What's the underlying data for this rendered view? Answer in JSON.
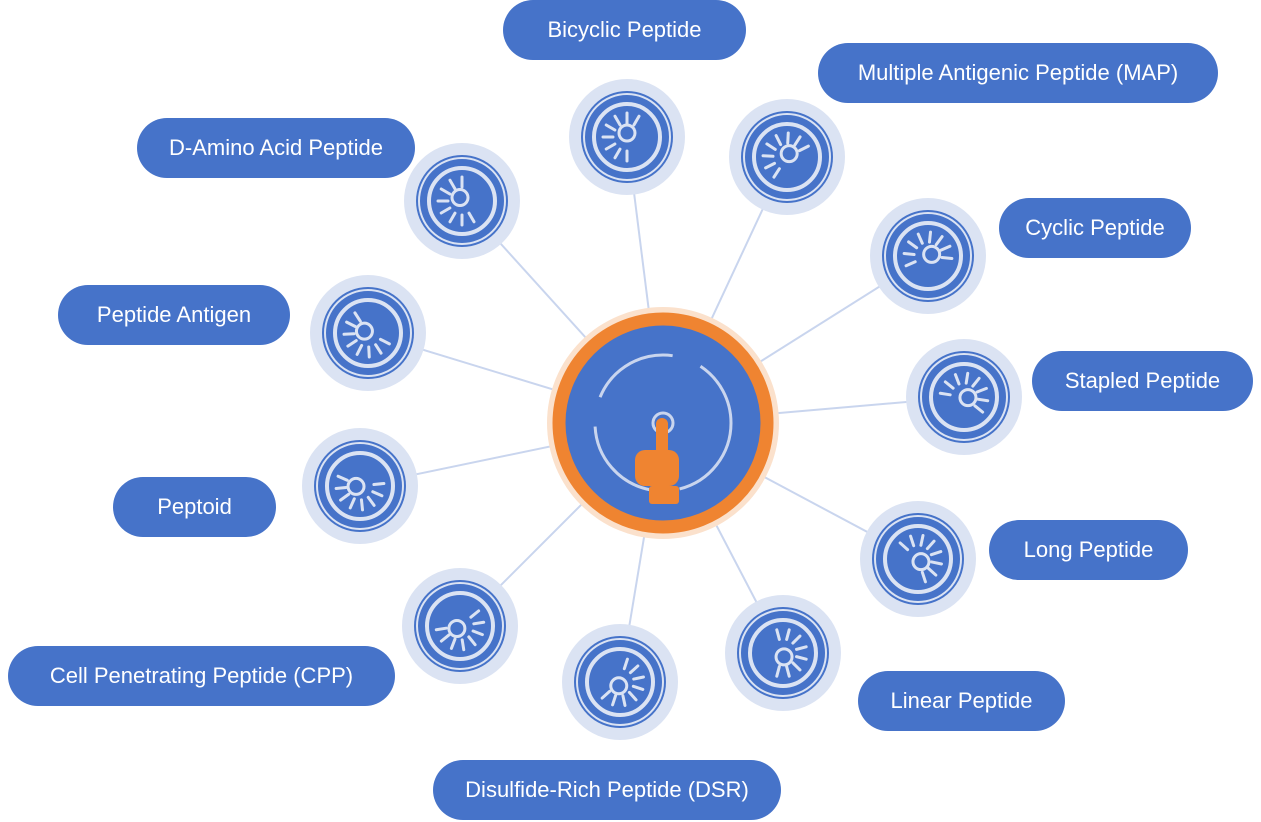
{
  "center": {
    "icon": "pointing-hand-icon",
    "accent_color": "#ef8431",
    "fill_color": "#4673c9"
  },
  "nodes": [
    {
      "id": "bicyclic",
      "label": "Bicyclic Peptide",
      "icon": "flask-icon"
    },
    {
      "id": "map",
      "label": "Multiple Antigenic Peptide (MAP)",
      "icon": "flask-icon"
    },
    {
      "id": "cyclic",
      "label": "Cyclic Peptide",
      "icon": "flask-icon"
    },
    {
      "id": "stapled",
      "label": "Stapled Peptide",
      "icon": "flask-icon"
    },
    {
      "id": "long",
      "label": "Long Peptide",
      "icon": "flask-icon"
    },
    {
      "id": "linear",
      "label": "Linear Peptide",
      "icon": "flask-icon"
    },
    {
      "id": "dsr",
      "label": "Disulfide-Rich Peptide (DSR)",
      "icon": "flask-icon"
    },
    {
      "id": "cpp",
      "label": "Cell Penetrating Peptide (CPP)",
      "icon": "flask-icon"
    },
    {
      "id": "peptoid",
      "label": "Peptoid",
      "icon": "flask-icon"
    },
    {
      "id": "antigen",
      "label": "Peptide Antigen",
      "icon": "flask-icon"
    },
    {
      "id": "damino",
      "label": "D-Amino Acid Peptide",
      "icon": "flask-icon"
    }
  ],
  "colors": {
    "node_fill": "#4673c9",
    "node_halo": "#dbe3f3",
    "connector": "#c9d5ee",
    "label_fill": "#4673c9",
    "label_text": "#ffffff"
  }
}
